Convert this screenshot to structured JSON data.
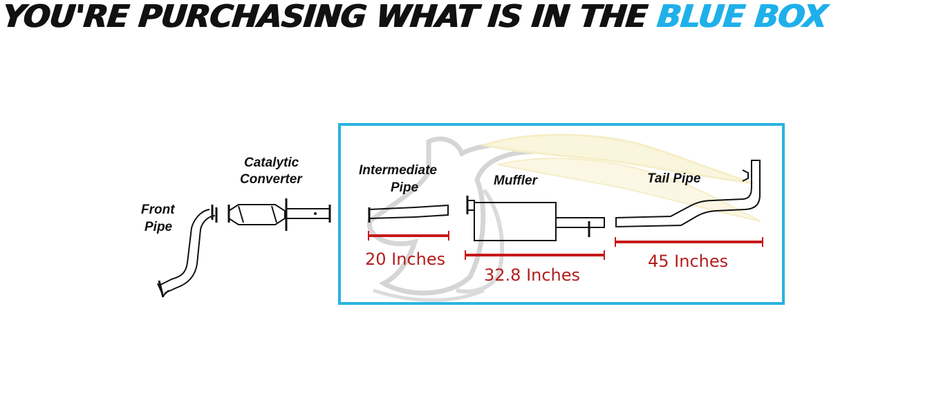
{
  "headline": {
    "prefix": "YOU'RE PURCHASING WHAT IS IN THE",
    "highlight": "BLUE BOX",
    "highlight_color": "#1fb0ea"
  },
  "colors": {
    "box_border": "#29b3e0",
    "dimension": "#c61a1a",
    "outline": "#111111"
  },
  "parts": {
    "front_pipe": {
      "line1": "Front",
      "line2": "Pipe"
    },
    "catalytic_converter": {
      "line1": "Catalytic",
      "line2": "Converter"
    },
    "intermediate_pipe": {
      "line1": "Intermediate",
      "line2": "Pipe",
      "dimension": "20 Inches"
    },
    "muffler": {
      "label": "Muffler",
      "dimension": "32.8 Inches"
    },
    "tail_pipe": {
      "label": "Tail Pipe",
      "dimension": "45 Inches"
    }
  },
  "watermark": {
    "icon": "horse-head-logo"
  }
}
